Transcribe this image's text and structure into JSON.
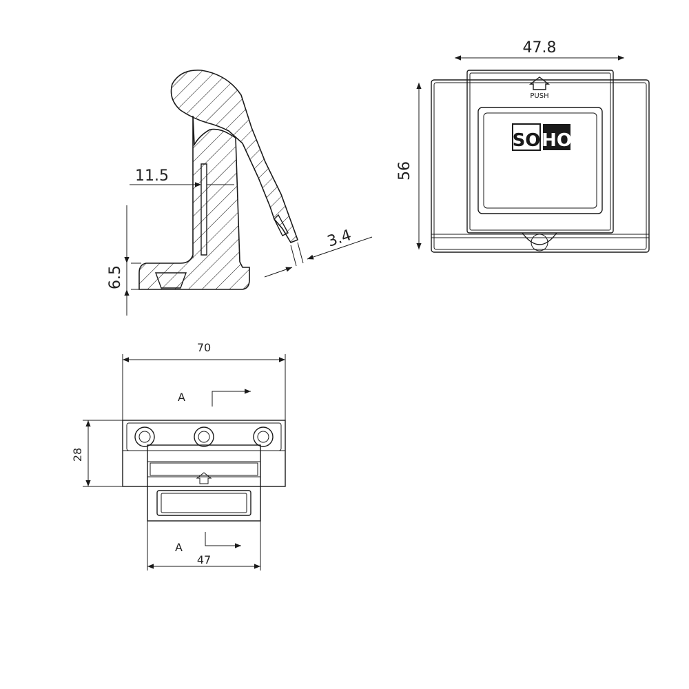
{
  "dimensions": {
    "hinge_offset": "11.5",
    "base_height": "6.5",
    "lid_thickness": "3.4",
    "front_width": "47.8",
    "front_height": "56",
    "top_width": "70",
    "top_depth": "28",
    "cover_width": "47"
  },
  "labels": {
    "push": "PUSH",
    "logo_part1": "SO",
    "logo_part2": "HO",
    "section_mark_top": "A",
    "section_mark_bottom": "A"
  },
  "colors": {
    "line": "#1a1a1a",
    "text": "#222222",
    "logo_fill": "#1a1a1a"
  }
}
